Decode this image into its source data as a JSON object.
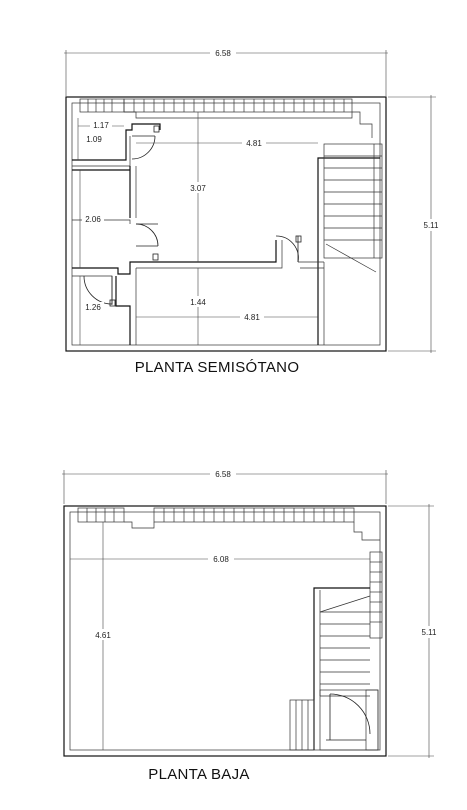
{
  "plans": [
    {
      "title": "PLANTA SEMISÓTANO",
      "dimensions": {
        "overall_width": "6.58",
        "overall_depth": "5.11",
        "small_room_width": "1.17",
        "small_room_depth": "1.09",
        "main_width_top": "4.81",
        "main_depth": "3.07",
        "middle_room_depth": "2.06",
        "lower_depth": "1.44",
        "corner_room_width": "1.26",
        "main_width_bottom": "4.81"
      }
    },
    {
      "title": "PLANTA BAJA",
      "dimensions": {
        "overall_width": "6.58",
        "overall_depth": "5.11",
        "interior_width": "6.08",
        "interior_depth": "4.61"
      }
    }
  ]
}
